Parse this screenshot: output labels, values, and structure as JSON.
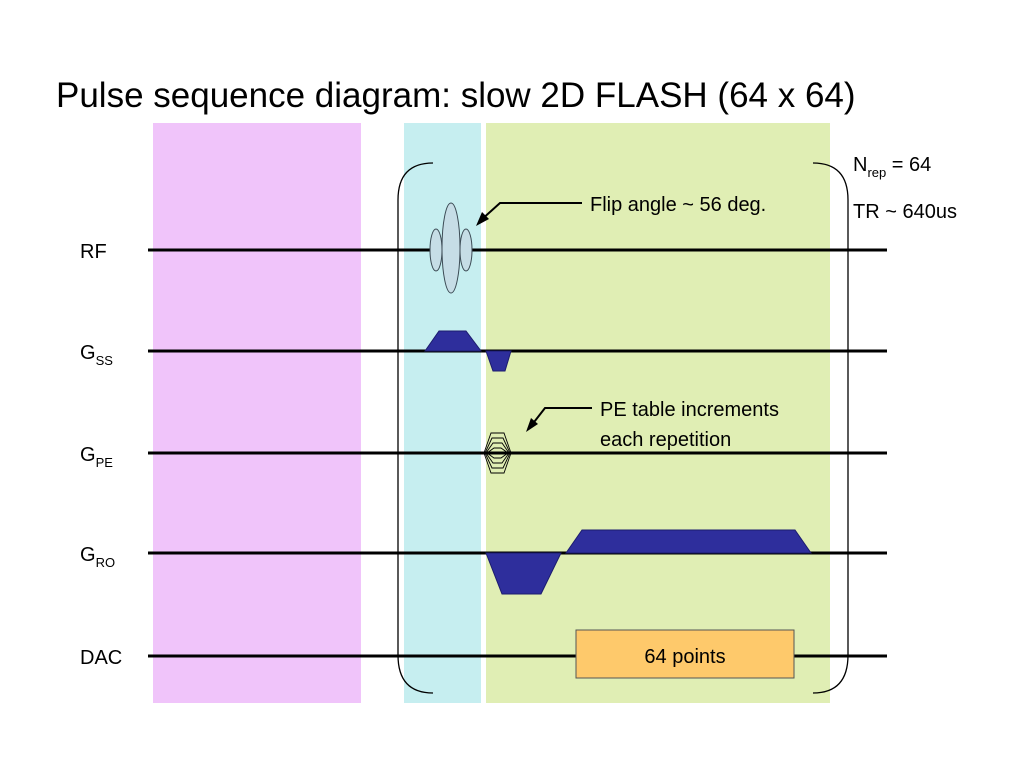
{
  "title": "Pulse sequence diagram:  slow 2D FLASH (64 x 64)",
  "channels": [
    {
      "id": "rf",
      "base": "RF",
      "sub": ""
    },
    {
      "id": "gss",
      "base": "G",
      "sub": "SS"
    },
    {
      "id": "gpe",
      "base": "G",
      "sub": "PE"
    },
    {
      "id": "gro",
      "base": "G",
      "sub": "RO"
    },
    {
      "id": "dac",
      "base": "DAC",
      "sub": ""
    }
  ],
  "annotations": {
    "flip_angle": "Flip angle ~ 56 deg.",
    "pe_table_line1": "PE table increments",
    "pe_table_line2": "each repetition",
    "nrep_base": "N",
    "nrep_sub": "rep",
    "nrep_value": " = 64",
    "tr": "TR ~ 640us"
  },
  "dac_block": {
    "label": "64 points"
  },
  "colors": {
    "preparation_region": "#f0c4fa",
    "excitation_region": "#c6eef0",
    "readout_region": "#e0eeb4",
    "gradient_fill": "#2e2e9c",
    "rf_pulse_fill": "#c6dde6",
    "dac_fill": "#fec96b"
  }
}
